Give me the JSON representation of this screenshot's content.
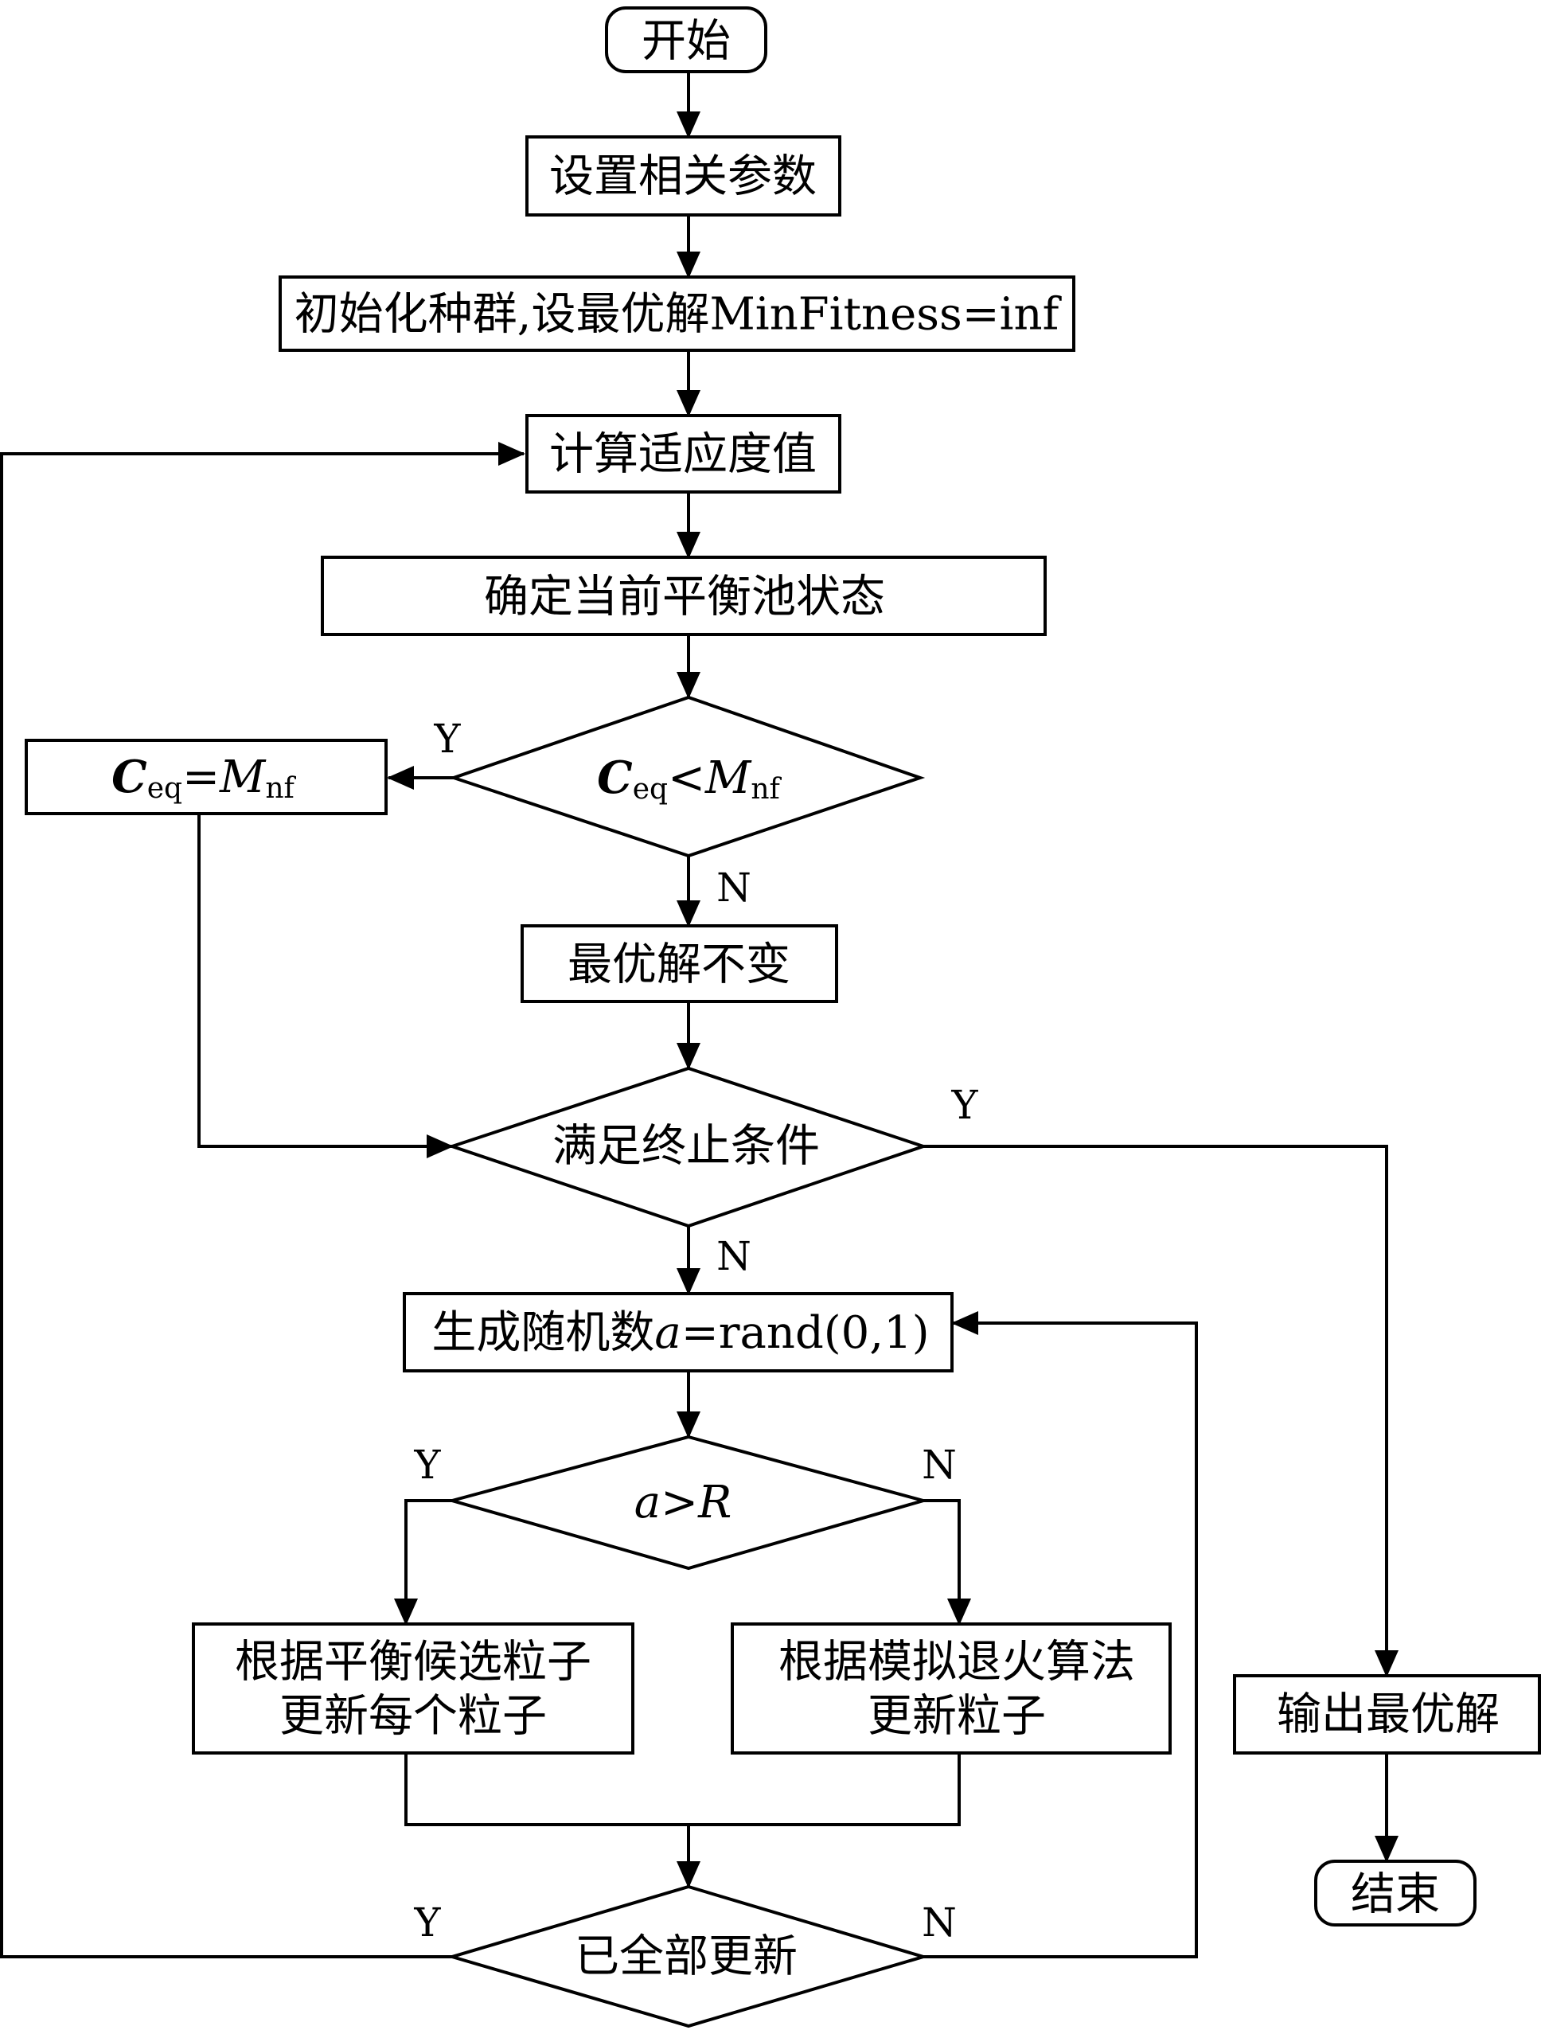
{
  "nodes": {
    "start": "开始",
    "set_params": "设置相关参数",
    "init": "初始化种群,设最优解MinFitness=inf",
    "calc_fitness": "计算适应度值",
    "determine_pool": "确定当前平衡池状态",
    "cond_ceq": {
      "c": "C",
      "eq": "eq",
      "lt": "<",
      "m": "M",
      "nf": "nf"
    },
    "assign_ceq": {
      "c": "C",
      "eq": "eq",
      "eqsign": "=",
      "m": "M",
      "nf": "nf"
    },
    "best_unchanged": "最优解不变",
    "termination": "满足终止条件",
    "gen_rand": {
      "prefix": "生成随机数",
      "var": "a",
      "suffix": "=rand(0,1)"
    },
    "cond_a": {
      "a": "a",
      "gt": ">",
      "r": "R"
    },
    "update_equilibrium": {
      "line1": "根据平衡候选粒子",
      "line2": "更新每个粒子"
    },
    "update_annealing": {
      "line1": "根据模拟退火算法",
      "line2": "更新粒子"
    },
    "output_best": "输出最优解",
    "end": "结束",
    "all_updated": "已全部更新"
  },
  "edge_labels": {
    "ceq_yes": "Y",
    "ceq_no": "N",
    "term_yes": "Y",
    "term_no": "N",
    "a_yes": "Y",
    "a_no": "N",
    "all_yes": "Y",
    "all_no": "N"
  }
}
